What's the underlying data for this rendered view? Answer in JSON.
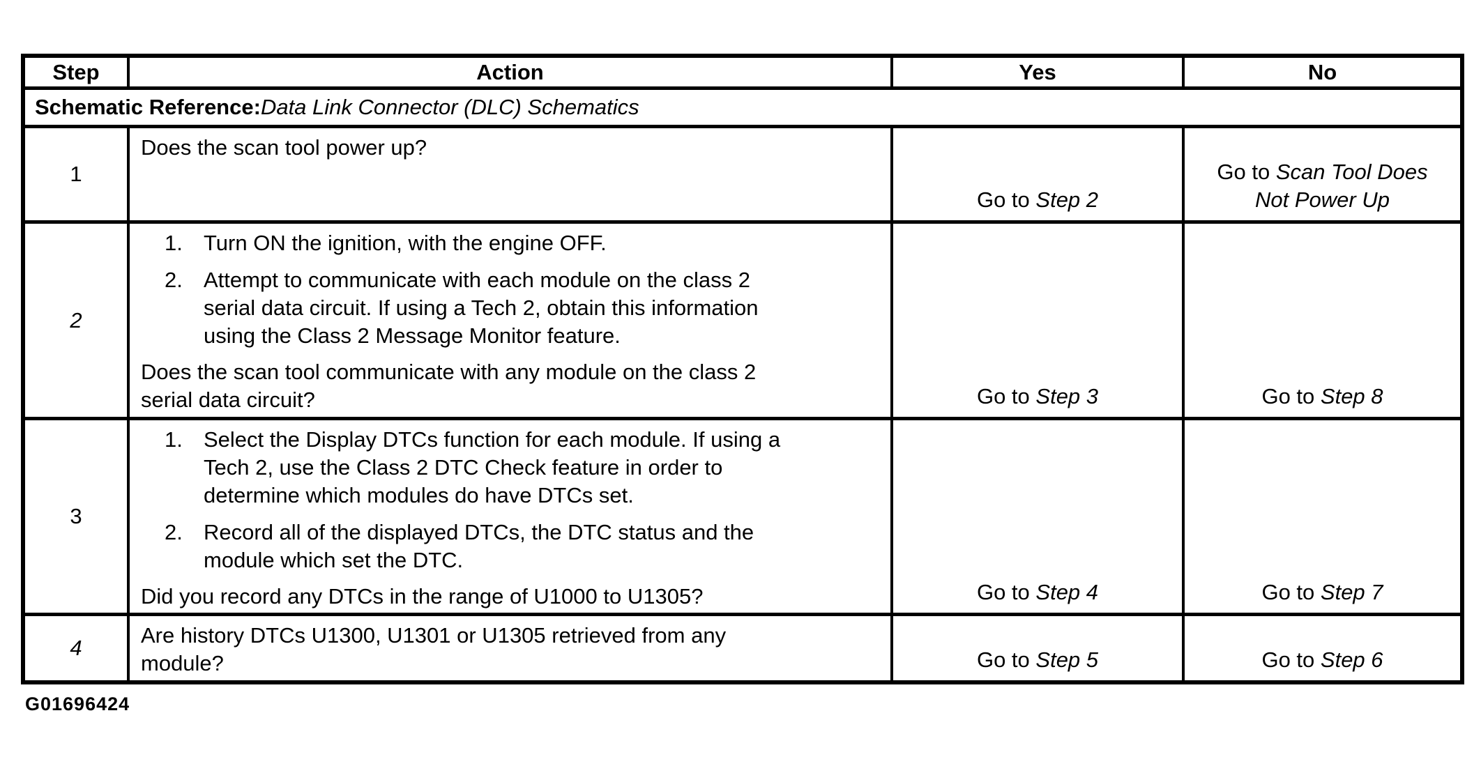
{
  "table": {
    "headers": {
      "step": "Step",
      "action": "Action",
      "yes": "Yes",
      "no": "No"
    },
    "schematic": {
      "label": "Schematic Reference:",
      "value": "Data Link Connector (DLC) Schematics"
    },
    "rows": [
      {
        "step": "1",
        "question": "Does the scan tool power up?",
        "yes": {
          "prefix": "Go to ",
          "ref": "Step 2"
        },
        "no": {
          "prefix": "Go to ",
          "ref": [
            "Scan Tool Does",
            "Not Power Up"
          ]
        }
      },
      {
        "step": "2",
        "actions": [
          {
            "num": "1.",
            "lines": "Turn ON the ignition, with the engine OFF."
          },
          {
            "num": "2.",
            "lines": [
              "Attempt to communicate with each module on the class 2",
              "serial data circuit. If using a Tech 2, obtain this information",
              "using the Class 2 Message Monitor feature."
            ]
          }
        ],
        "question": [
          "Does the scan tool communicate with any module on the class 2",
          "serial data circuit?"
        ],
        "yes": {
          "prefix": "Go to ",
          "ref": "Step 3"
        },
        "no": {
          "prefix": "Go to ",
          "ref": "Step 8"
        }
      },
      {
        "step": "3",
        "actions": [
          {
            "num": "1.",
            "lines": [
              "Select the Display DTCs function for each module. If using a",
              "Tech 2, use the Class 2 DTC Check feature in order to",
              "determine which modules do have DTCs set."
            ]
          },
          {
            "num": "2.",
            "lines": [
              "Record all of the displayed DTCs, the DTC status and the",
              "module which set the DTC."
            ]
          }
        ],
        "question": "Did you record any DTCs in the range of U1000 to U1305?",
        "yes": {
          "prefix": "Go to ",
          "ref": "Step 4"
        },
        "no": {
          "prefix": "Go to ",
          "ref": "Step 7"
        }
      },
      {
        "step": "4",
        "question": [
          "Are history DTCs U1300, U1301 or U1305 retrieved from any",
          "module?"
        ],
        "yes": {
          "prefix": "Go to ",
          "ref": "Step 5"
        },
        "no": {
          "prefix": "Go to ",
          "ref": "Step 6"
        }
      }
    ]
  },
  "figure_id": "G01696424",
  "colors": {
    "ink": "#000000",
    "paper": "#ffffff"
  }
}
